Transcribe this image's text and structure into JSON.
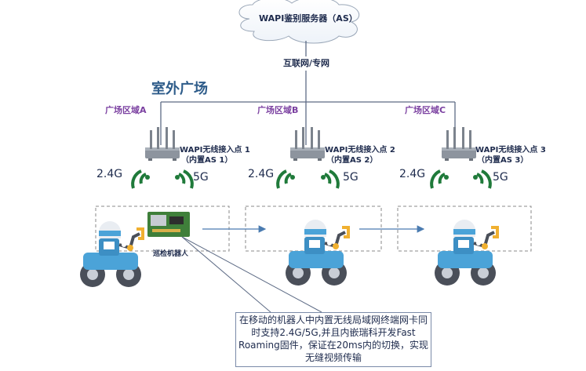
{
  "server": {
    "label": "WAPI鉴别服务器（AS）"
  },
  "network": {
    "label": "互联网/专网"
  },
  "area": {
    "title": "室外广场"
  },
  "zones": [
    {
      "label": "广场区域A"
    },
    {
      "label": "广场区域B"
    },
    {
      "label": "广场区域C"
    }
  ],
  "access_points": [
    {
      "name": "WAPI无线接入点 1",
      "sub": "（内置AS 1）"
    },
    {
      "name": "WAPI无线接入点 2",
      "sub": "（内置AS 2）"
    },
    {
      "name": "WAPI无线接入点 3",
      "sub": "（内置AS 3）"
    }
  ],
  "bands": {
    "band_24": "2.4G",
    "band_5": "5G"
  },
  "robot": {
    "label": "巡检机器人"
  },
  "callout": {
    "text": "在移动的机器人中内置无线局域网终端网卡同时支持2.4G/5G,并且内嵌瑞科开发Fast Roaming固件，保证在20ms内的切换，实现无缝视频传输"
  },
  "colors": {
    "accent": "#2e5c8a",
    "zone": "#7a3fa0",
    "robot_body": "#4ba3d8",
    "robot_arm": "#f0b030",
    "wifi": "#1f7a3a"
  }
}
